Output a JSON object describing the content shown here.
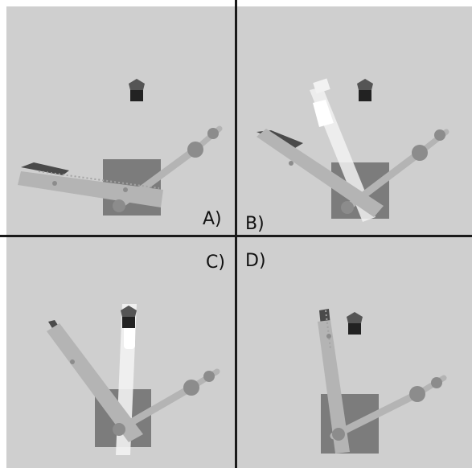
{
  "colors": {
    "background": "#cfcfcf",
    "divider": "#1a1a1a",
    "block": "#7c7c7c",
    "arm": "#b4b4b4",
    "arm_edge": "#a3a3a3",
    "joint": "#8c8c8c",
    "ghost": "#f2f2f2",
    "target_top": "#555555",
    "target_bottom": "#222222",
    "shadow": "#4a4a4a"
  },
  "panels": [
    {
      "label": "A)"
    },
    {
      "label": "B)"
    },
    {
      "label": "C)"
    },
    {
      "label": "D)"
    }
  ]
}
